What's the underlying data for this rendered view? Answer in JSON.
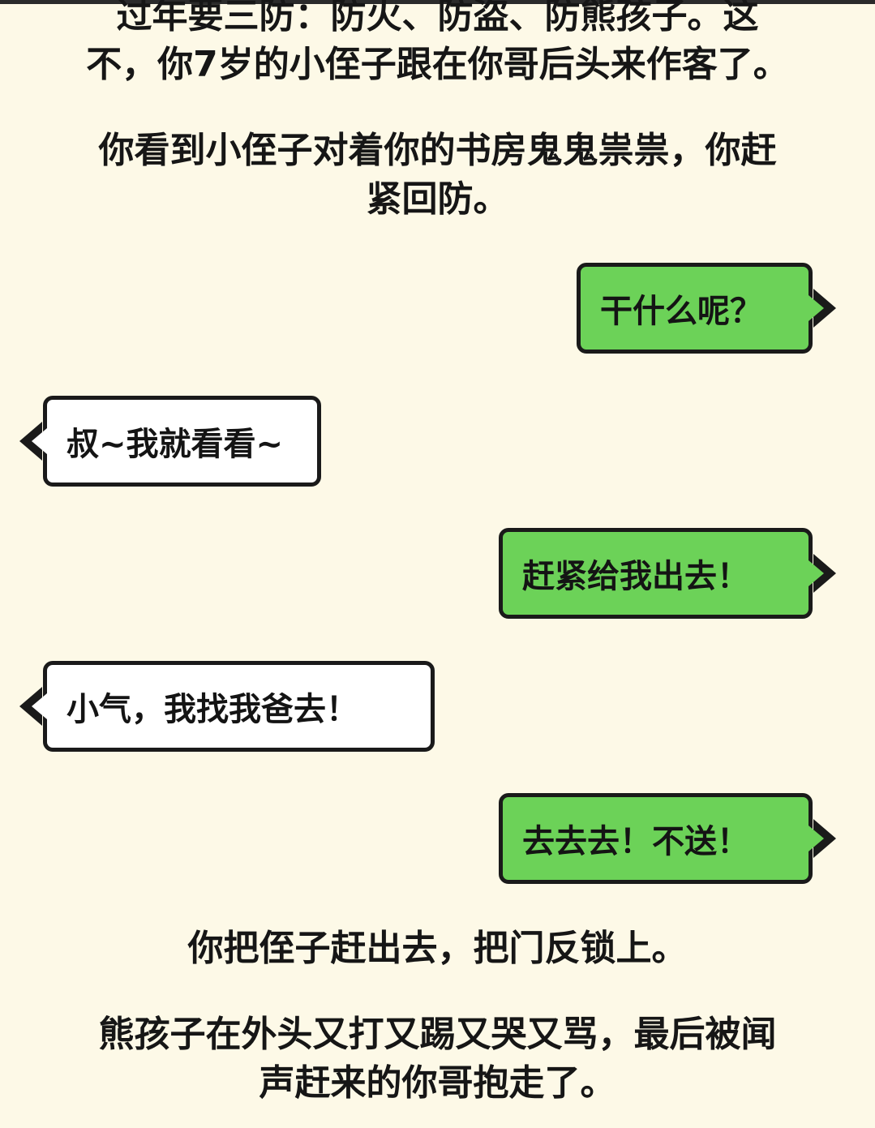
{
  "story": {
    "intro_line1": "过年要三防：防火、防盗、防熊孩子。这",
    "intro_line2": "不，你7岁的小侄子跟在你哥后头来作客了。",
    "scene_line1": "你看到小侄子对着你的书房鬼鬼祟祟，你赶",
    "scene_line2": "紧回防。",
    "after_line1": "你把侄子赶出去，把门反锁上。",
    "ending_line1": "熊孩子在外头又打又踢又哭又骂，最后被闻",
    "ending_line2": "声赶来的你哥抱走了。"
  },
  "dialogue": [
    {
      "speaker": "player",
      "text": "干什么呢？"
    },
    {
      "speaker": "nephew",
      "text": "叔~我就看看~"
    },
    {
      "speaker": "player",
      "text": "赶紧给我出去！"
    },
    {
      "speaker": "nephew",
      "text": "小气，我找我爸去！"
    },
    {
      "speaker": "player",
      "text": "去去去！不送！"
    }
  ],
  "colors": {
    "background": "#fdf9e7",
    "player_bubble": "#6cd258",
    "npc_bubble": "#ffffff",
    "outline": "#1a1a1a"
  }
}
